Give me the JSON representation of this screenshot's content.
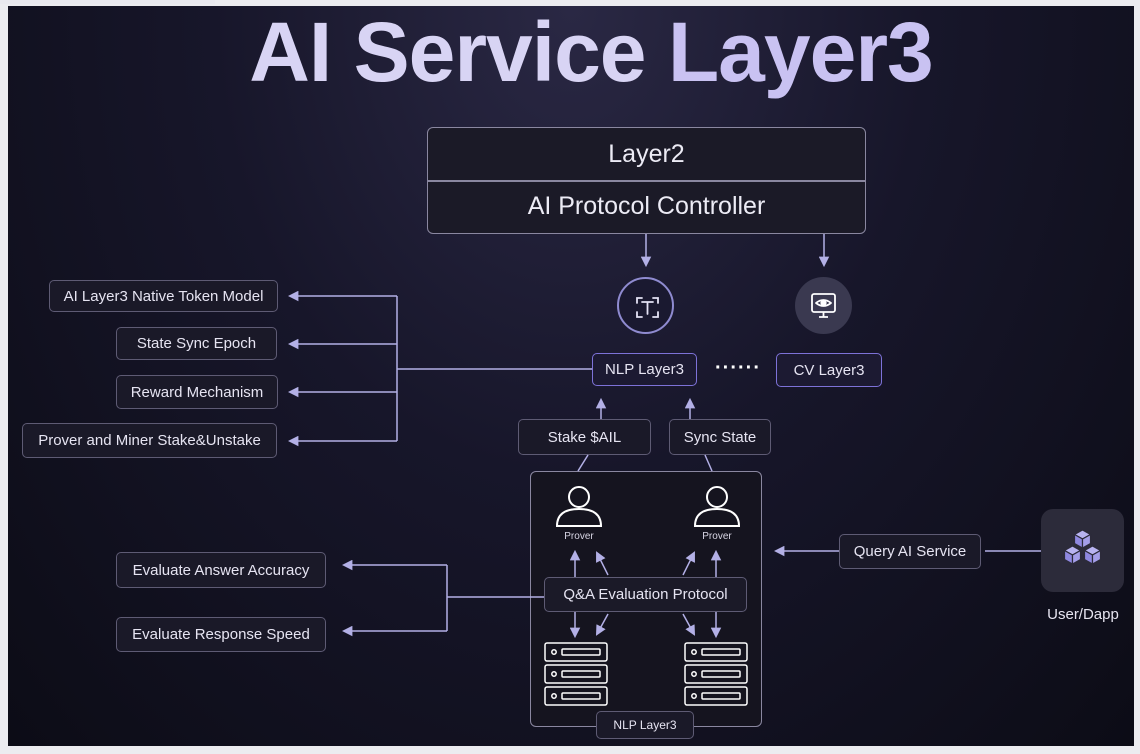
{
  "title": {
    "main": "AI Service ",
    "accent": "Layer3"
  },
  "controller": {
    "top_label": "Layer2",
    "bottom_label": "AI Protocol Controller"
  },
  "icons": {
    "token": "token-scan-icon",
    "vision": "vision-monitor-icon",
    "user": "blocks-cube-icon",
    "person": "person-icon",
    "server": "server-rack-icon"
  },
  "left_features": [
    "AI Layer3 Native Token Model",
    "State Sync Epoch",
    "Reward Mechanism",
    "Prover and Miner Stake&Unstake"
  ],
  "layers": {
    "nlp": "NLP Layer3",
    "dots": "······",
    "cv": "CV Layer3"
  },
  "actions": {
    "stake": "Stake $AIL",
    "sync": "Sync State"
  },
  "engine": {
    "prover_left": "Prover",
    "prover_right": "Prover",
    "protocol": "Q&A Evaluation Protocol",
    "footer": "NLP Layer3"
  },
  "evaluations": [
    "Evaluate Answer Accuracy",
    "Evaluate Response Speed"
  ],
  "query": "Query AI Service",
  "user": "User/Dapp",
  "colors": {
    "accent": "#7d72d8",
    "line": "#b3b0e6",
    "text": "#e6e4f2"
  }
}
